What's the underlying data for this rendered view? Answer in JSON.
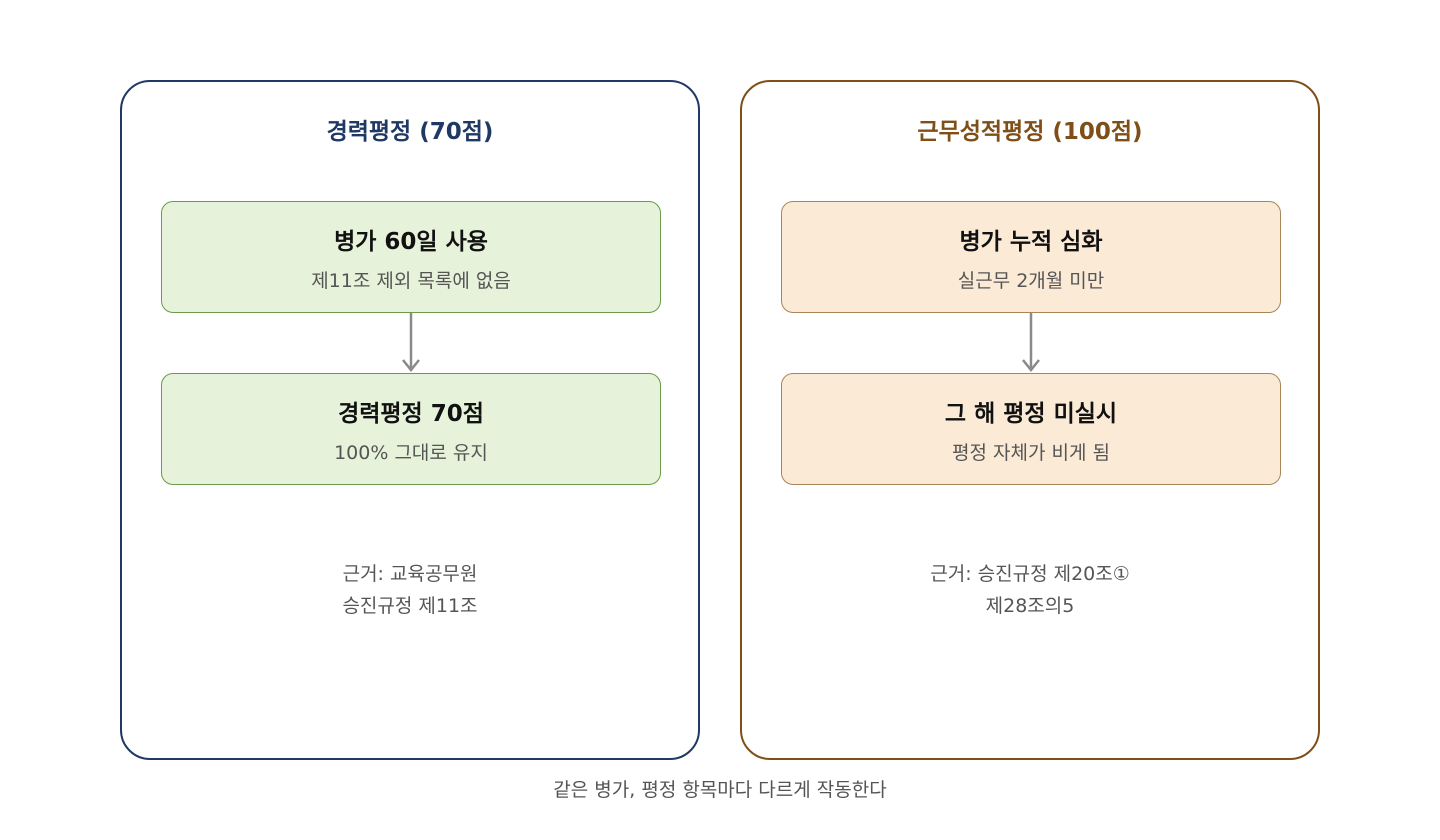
{
  "left_panel": {
    "title": "경력평정 (70점)",
    "title_color": "#1f3864",
    "border_color": "#1f3864",
    "box1": {
      "title": "병가 60일 사용",
      "subtitle": "제11조 제외 목록에 없음"
    },
    "box2": {
      "title": "경력평정 70점",
      "subtitle": "100% 그대로 유지"
    },
    "basis": [
      "근거: 교육공무원",
      "승진규정 제11조"
    ]
  },
  "right_panel": {
    "title": "근무성적평정 (100점)",
    "title_color": "#7f4f17",
    "border_color": "#7f4f17",
    "box1": {
      "title": "병가 누적 심화",
      "subtitle": "실근무 2개월 미만"
    },
    "box2": {
      "title": "그 해 평정 미실시",
      "subtitle": "평정 자체가 비게 됨"
    },
    "basis": [
      "근거: 승진규정 제20조①",
      "제28조의5"
    ]
  },
  "footer": "같은 병가, 평정 항목마다 다르게 작동한다",
  "colors": {
    "green_box_bg": "#e6f2da",
    "green_box_border": "#6a9a4a",
    "orange_box_bg": "#fbebd6",
    "orange_box_border": "#a9855a",
    "arrow": "#8a8a8a"
  }
}
